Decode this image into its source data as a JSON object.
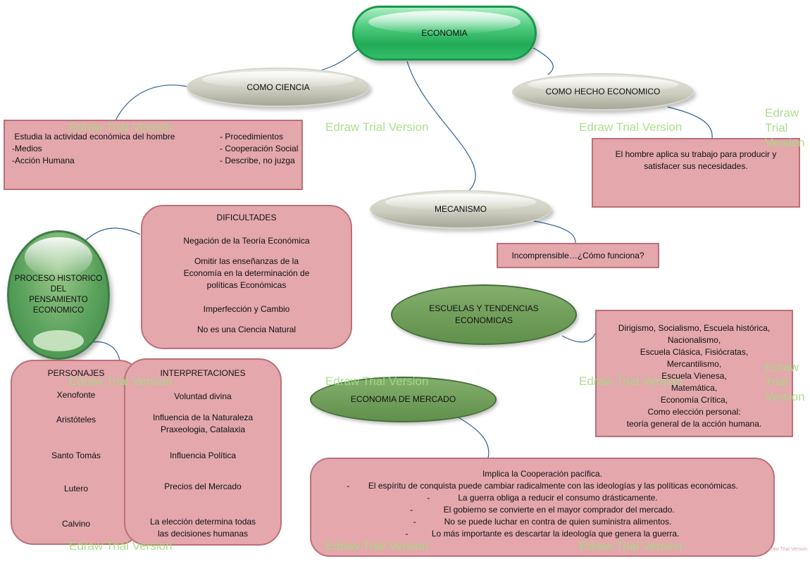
{
  "watermark": {
    "text": "Edraw Trial Version"
  },
  "colors": {
    "node_green": "#2fb863",
    "node_gray": "#cdcdc0",
    "node_dark_green": "#6b9a55",
    "box_pink": "#e3a7ac",
    "box_pink_border": "#bb7078",
    "connector_blue": "#2f5f96",
    "watermark_green": "#a4dc82"
  },
  "nodes": {
    "economia": "ECONOMIA",
    "como_ciencia": "COMO CIENCIA",
    "como_hecho": "COMO HECHO ECONOMICO",
    "mecanismo": "MECANISMO",
    "proceso": "PROCESO HISTORICO\nDEL\nPENSAMIENTO\nECONOMICO",
    "escuelas": "ESCUELAS Y TENDENCIAS\nECONOMICAS",
    "economia_mercado": "ECONOMIA DE MERCADO"
  },
  "boxes": {
    "ciencia_left": " Estudia la actividad económica del hombre\n-Medios\n-Acción Humana",
    "ciencia_right": "- Procedimientos\n- Cooperación Social\n- Describe, no juzga",
    "hecho": "El hombre aplica su trabajo para producir y\nsatisfacer sus necesidades.",
    "incomprensible": "Incomprensible…¿Cómo funciona?",
    "dificultades": {
      "title": "DIFICULTADES",
      "items": [
        "Negación de la Teoría Económica",
        "Omitir las enseñanzas de la\nEconomía en la determinación de\npolíticas Económicas",
        "Imperfección y Cambio",
        "No es una Ciencia Natural"
      ]
    },
    "escuelas_detail": "Dirigismo, Socialismo, Escuela histórica,\nNacionalismo,\nEscuela Clásica, Fisiócratas,\nMercantilismo,\nEscuela Vienesa,\nMatemática,\nEconomía Crítica,\nComo elección personal:\nteoría general de la acción humana.",
    "personajes": {
      "title": "PERSONAJES",
      "items": [
        "Xenofonte",
        "Aristóteles",
        "Santo Tomás",
        "Lutero",
        "Calvino"
      ]
    },
    "interpretaciones": {
      "title": "INTERPRETACIONES",
      "items": [
        "Voluntad divina",
        "Influencia de la Naturaleza\nPraxeologia, Catalaxia",
        "Influencia Política",
        "Precios del Mercado",
        "La elección determina todas\nlas decisiones humanas"
      ]
    },
    "mercado": {
      "lines": [
        "Implica la Cooperación pacífica.",
        "-        El espíritu de conquista puede cambiar radicalmente con las ideologías y las políticas económicas.",
        "-            La guerra obliga a reducir el consumo drásticamente.",
        "-             El gobierno se convierte en el mayor comprador del mercado.",
        "-            No se puede luchar en contra de quien suministra alimentos.",
        "-          Lo más importante es descartar la ideología que genera la guerra."
      ]
    }
  }
}
